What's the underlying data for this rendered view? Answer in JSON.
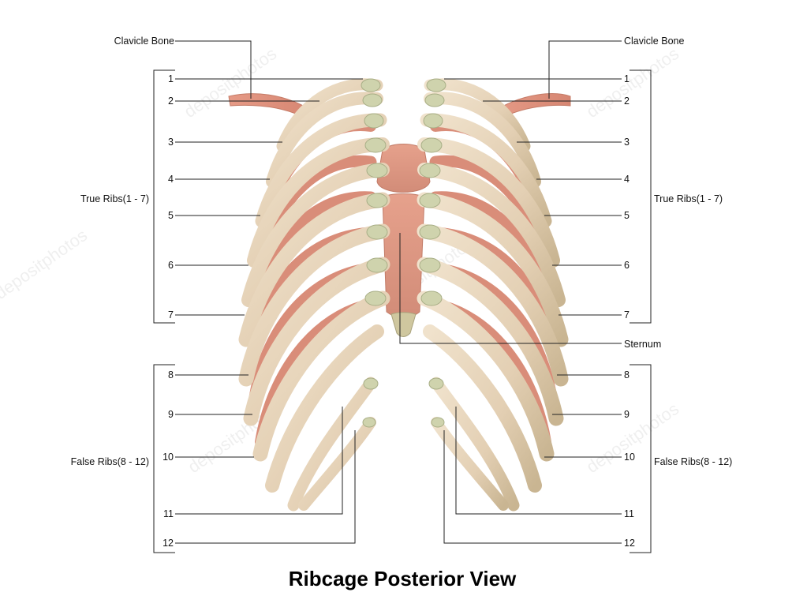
{
  "title": "Ribcage Posterior View",
  "labels": {
    "clavicle_left": "Clavicle Bone",
    "clavicle_right": "Clavicle Bone",
    "true_ribs_left": "True Ribs(1 - 7)",
    "true_ribs_right": "True Ribs(1 - 7)",
    "false_ribs_left": "False Ribs(8 - 12)",
    "false_ribs_right": "False Ribs(8 - 12)",
    "sternum": "Sternum"
  },
  "rib_numbers": [
    "1",
    "2",
    "3",
    "4",
    "5",
    "6",
    "7",
    "8",
    "9",
    "10",
    "11",
    "12"
  ],
  "watermark": "depositphotos",
  "colors": {
    "bone": "#e8d6bf",
    "bone_shade": "#c9b89a",
    "bone_green": "#c8cfa8",
    "cartilage_pink": "#e9a08c",
    "deep_pink": "#d98d79",
    "line": "#222222",
    "background": "#ffffff"
  }
}
